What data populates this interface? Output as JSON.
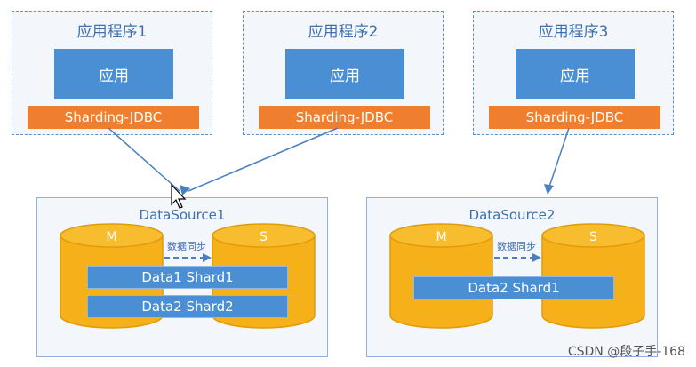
{
  "apps": [
    {
      "title": "应用程序1",
      "inner": "应用",
      "middleware": "Sharding-JDBC"
    },
    {
      "title": "应用程序2",
      "inner": "应用",
      "middleware": "Sharding-JDBC"
    },
    {
      "title": "应用程序3",
      "inner": "应用",
      "middleware": "Sharding-JDBC"
    }
  ],
  "datasources": [
    {
      "title": "DataSource1",
      "master": "M",
      "slave": "S",
      "sync": "数据同步",
      "shards": [
        "Data1 Shard1",
        "Data2 Shard2"
      ]
    },
    {
      "title": "DataSource2",
      "master": "M",
      "slave": "S",
      "sync": "数据同步",
      "shards": [
        "Data2 Shard1"
      ]
    }
  ],
  "colors": {
    "app_blue": "#4a8fd4",
    "middleware_orange": "#ef7f2f",
    "db_gold": "#f5b01a",
    "arrow": "#4a7fc0"
  },
  "watermark": "CSDN @段子手-168"
}
